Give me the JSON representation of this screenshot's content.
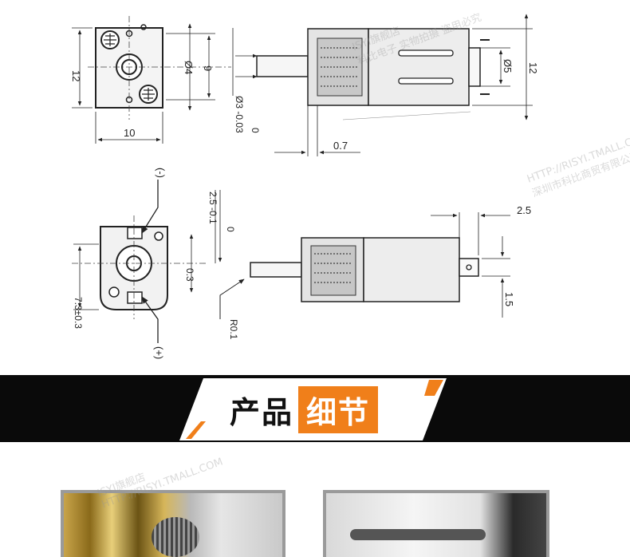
{
  "top_view": {
    "dim_height": "12",
    "dim_width": "10",
    "dim_hole_spacing": "9",
    "dim_shaft_diameter": "Ø4"
  },
  "side_view_top": {
    "dim_shaft": "Ø3 -0.03",
    "dim_shaft_upper": "0",
    "dim_gap": "0.7",
    "dim_motor_diameter": "Ø5",
    "dim_total_height": "12"
  },
  "bottom_view": {
    "label_minus": "(-)",
    "label_plus": "(+)",
    "dim_tolerance_upper": "0",
    "dim_tolerance": "2.5 -0.1",
    "dim_offset": "0.3",
    "dim_bottom": "7.3±0.3"
  },
  "side_view_bottom": {
    "dim_radius": "R0.1",
    "dim_terminal_width": "2.5",
    "dim_terminal_height": "1.5"
  },
  "banner": {
    "title_part1": "产品",
    "title_part2": "细节",
    "bg_color": "#0a0a0a",
    "accent_color": "#f07f1a"
  },
  "watermark": {
    "line1": "ISYI旗舰店",
    "line2": "科比电子 实物拍摄 盗用必究",
    "line3": "HTTP://RISYI.TMALL.COM",
    "line4": "深圳市科比商贸有限公司"
  }
}
